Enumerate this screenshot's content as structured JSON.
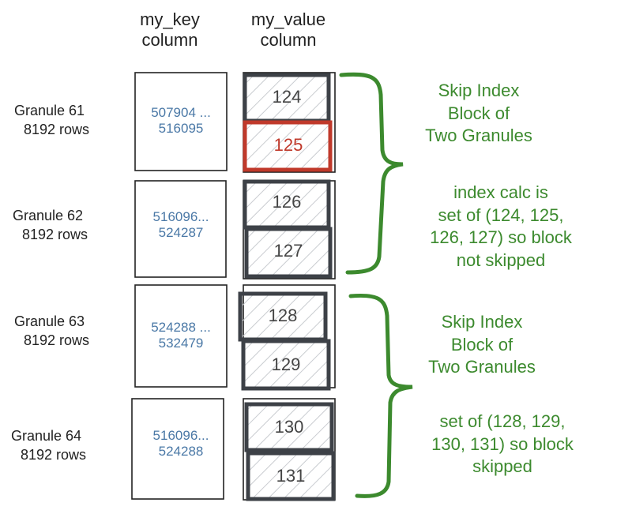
{
  "headers": {
    "key_col": [
      "my_key",
      "column"
    ],
    "value_col": [
      "my_value",
      "column"
    ]
  },
  "granules": [
    {
      "name": "Granule 61",
      "rows": "8192 rows",
      "key_range": [
        "507904 ...",
        "516095"
      ],
      "values": [
        "124",
        "125"
      ]
    },
    {
      "name": "Granule 62",
      "rows": "8192 rows",
      "key_range": [
        "516096...",
        "524287"
      ],
      "values": [
        "126",
        "127"
      ]
    },
    {
      "name": "Granule 63",
      "rows": "8192 rows",
      "key_range": [
        "524288 ...",
        "532479"
      ],
      "values": [
        "128",
        "129"
      ]
    },
    {
      "name": "Granule 64",
      "rows": "8192 rows",
      "key_range": [
        "516096...",
        "524288"
      ],
      "values": [
        "130",
        "131"
      ]
    }
  ],
  "blocks": [
    {
      "title": [
        "Skip Index",
        "Block of",
        "Two Granules"
      ],
      "note": [
        "index calc is",
        "set of (124, 125,",
        "126, 127) so block",
        "not skipped"
      ]
    },
    {
      "title": [
        "Skip Index",
        "Block of",
        "Two Granules"
      ],
      "note": [
        "set of (128, 129,",
        "130, 131) so block",
        "skipped"
      ]
    }
  ],
  "colors": {
    "green": "#3c8a2e",
    "blue": "#4a78a6",
    "highlight": "#c0392b",
    "box": "#3d4147"
  }
}
